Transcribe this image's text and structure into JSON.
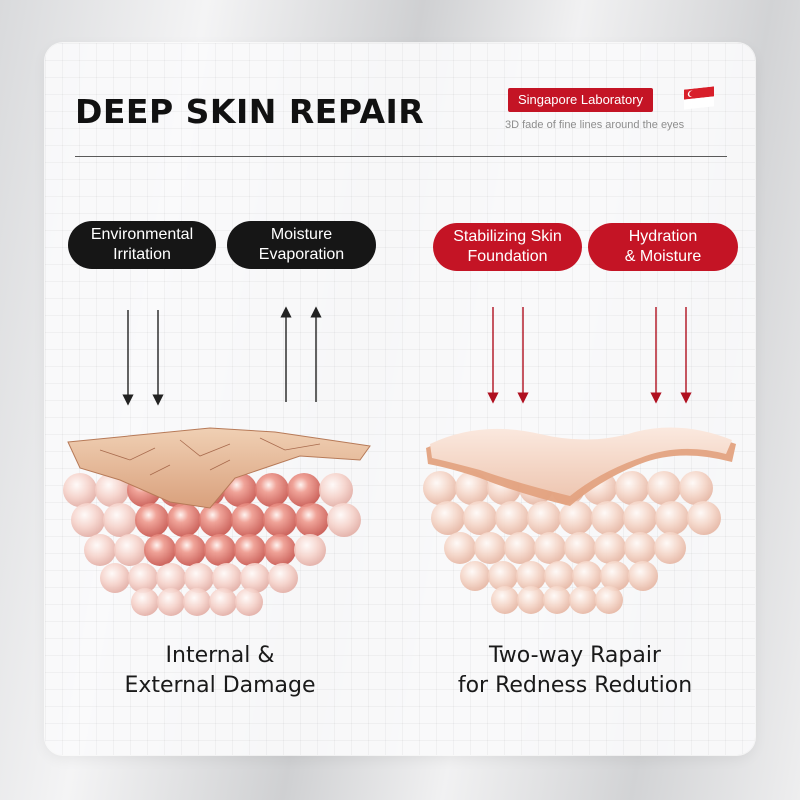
{
  "title": "DEEP SKIN REPAIR",
  "lab": {
    "badge": "Singapore Laboratory",
    "subtitle": "3D fade of fine lines around the eyes",
    "flag_icon": "singapore-flag-icon"
  },
  "left": {
    "pills": [
      "Environmental\nIrritation",
      "Moisture\nEvaporation"
    ],
    "caption": "Internal &\nExternal Damage"
  },
  "right": {
    "pills": [
      "Stabilizing Skin\nFoundation",
      "Hydration\n& Moisture"
    ],
    "caption": "Two-way Rapair\nfor  Redness Redution"
  },
  "colors": {
    "accent_red": "#c41425",
    "dark_pill": "#161616",
    "skin_tone": "#e7b99b",
    "cell_pink": "#f2c4bd"
  }
}
